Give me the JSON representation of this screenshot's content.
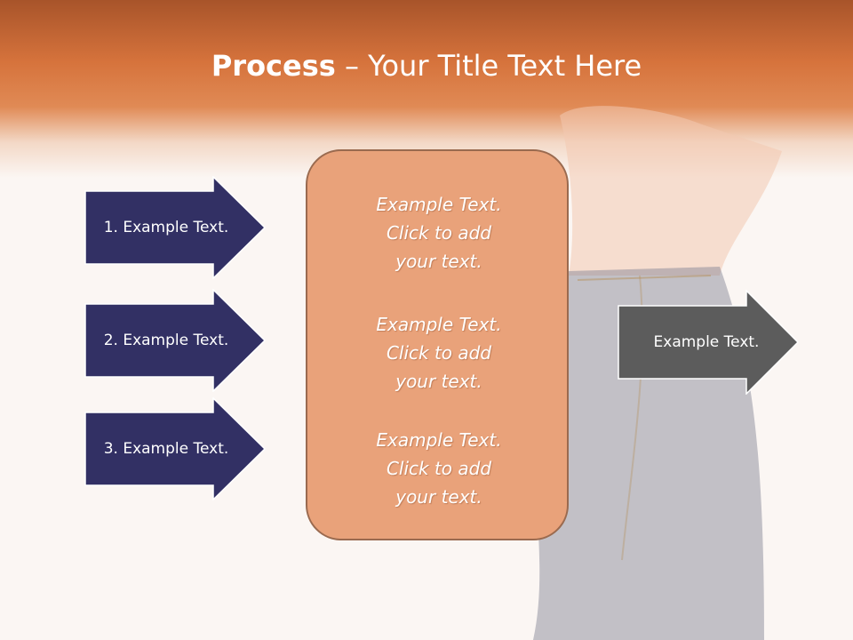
{
  "title": {
    "bold": "Process",
    "rest": " – Your Title Text Here"
  },
  "left_arrows": [
    {
      "label": "1. Example Text."
    },
    {
      "label": "2. Example Text."
    },
    {
      "label": "3. Example Text."
    }
  ],
  "center_box": {
    "blocks": [
      {
        "line1": "Example Text.",
        "line2": "Click  to add",
        "line3": "your text."
      },
      {
        "line1": "Example Text.",
        "line2": "Click  to add",
        "line3": "your text."
      },
      {
        "line1": "Example Text.",
        "line2": "Click  to add",
        "line3": "your text."
      }
    ]
  },
  "right_arrow": {
    "label": "Example Text."
  },
  "colors": {
    "header": "#d6733c",
    "left_arrow_fill": "#323064",
    "center_box_fill": "#e9a27a",
    "right_arrow_fill": "#5c5c5c"
  },
  "background_image": "waist-and-jeans-photo"
}
